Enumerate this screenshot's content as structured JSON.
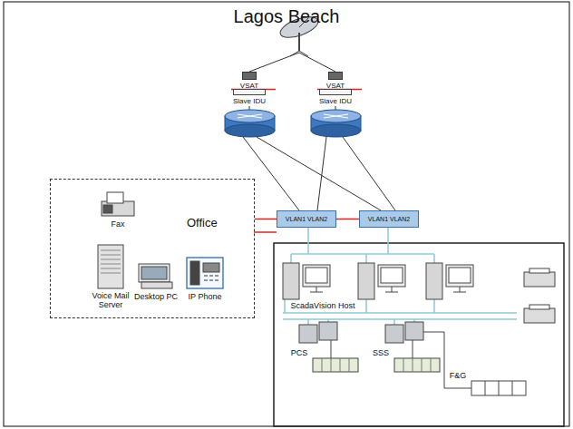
{
  "diagram": {
    "title": "Lagos Beach",
    "nodes": [
      {
        "text": [
          "VSAT"
        ]
      },
      {
        "text": [
          "Slave IDU"
        ]
      },
      {
        "text": [
          "VSAT"
        ]
      },
      {
        "text": [
          "Slave IDU"
        ]
      },
      {
        "text": [
          "Office"
        ]
      },
      {
        "text": [
          "VLAN1 VLAN2"
        ]
      },
      {
        "text": [
          "VLAN1 VLAN2"
        ]
      }
    ],
    "edges": [
      {
        "from": 0,
        "to": 1,
        "arrow": "none"
      },
      {
        "from": 2,
        "to": 3,
        "arrow": "none"
      },
      {
        "from": 4,
        "to": 5,
        "arrow": "none"
      },
      {
        "from": 5,
        "to": 6,
        "arrow": "none"
      }
    ],
    "labels": [
      "Fax",
      "Voice Mail Server",
      "Desktop PC",
      "IP Phone",
      "ScadaVision Host",
      "PCS",
      "SSS",
      "F&G"
    ]
  }
}
